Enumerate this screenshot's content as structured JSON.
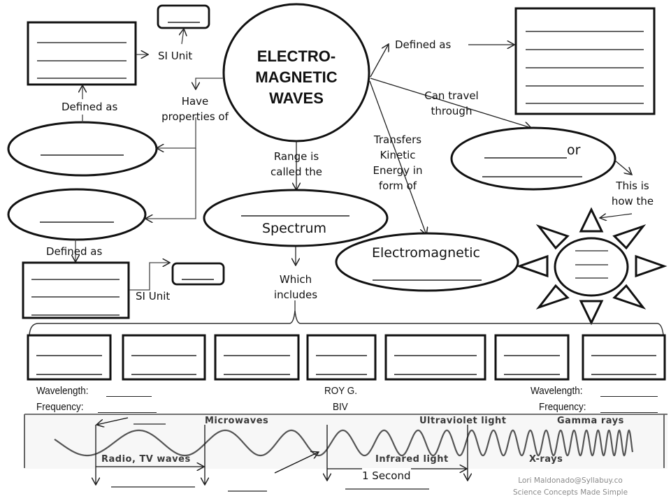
{
  "title": {
    "line1": "ELECTRO-",
    "line2": "MAGNETIC",
    "line3": "WAVES"
  },
  "labels": {
    "si_unit_top": "SI Unit",
    "defined_as_left": "Defined as",
    "have_properties": [
      "Have",
      "properties of"
    ],
    "defined_as_right": "Defined as",
    "can_travel": [
      "Can travel",
      "through"
    ],
    "or_word": "or",
    "this_is_how": [
      "This is",
      "how the"
    ],
    "range_is": [
      "Range is",
      "called the"
    ],
    "transfers": [
      "Transfers",
      "Kinetic",
      "Energy in",
      "form of"
    ],
    "spectrum": "Spectrum",
    "electromagnetic": "Electromagnetic",
    "defined_as_lower": "Defined as",
    "si_unit_lower": "SI Unit",
    "which_includes": [
      "Which",
      "includes"
    ],
    "wavelength_left": "Wavelength:",
    "frequency_left": "Frequency:",
    "roy_g": "ROY G.",
    "biv": "BIV",
    "wavelength_right": "Wavelength:",
    "frequency_right": "Frequency:",
    "one_second": "1 Second"
  },
  "spectrum_image": {
    "labels": {
      "microwaves": "Microwaves",
      "radio_tv": "Radio, TV waves",
      "infrared": "Infrared light",
      "ultraviolet": "Ultraviolet light",
      "gamma": "Gamma rays",
      "xrays": "X-rays"
    }
  },
  "spectrum_boxes": [
    {
      "blanks": 2
    },
    {
      "blanks": 2
    },
    {
      "blanks": 2
    },
    {
      "blanks": 2
    },
    {
      "blanks": 2
    },
    {
      "blanks": 2
    },
    {
      "blanks": 2
    }
  ],
  "credit": {
    "line1": "Lori Maldonado@Syllabuy.co",
    "line2": "Science Concepts Made Simple"
  }
}
